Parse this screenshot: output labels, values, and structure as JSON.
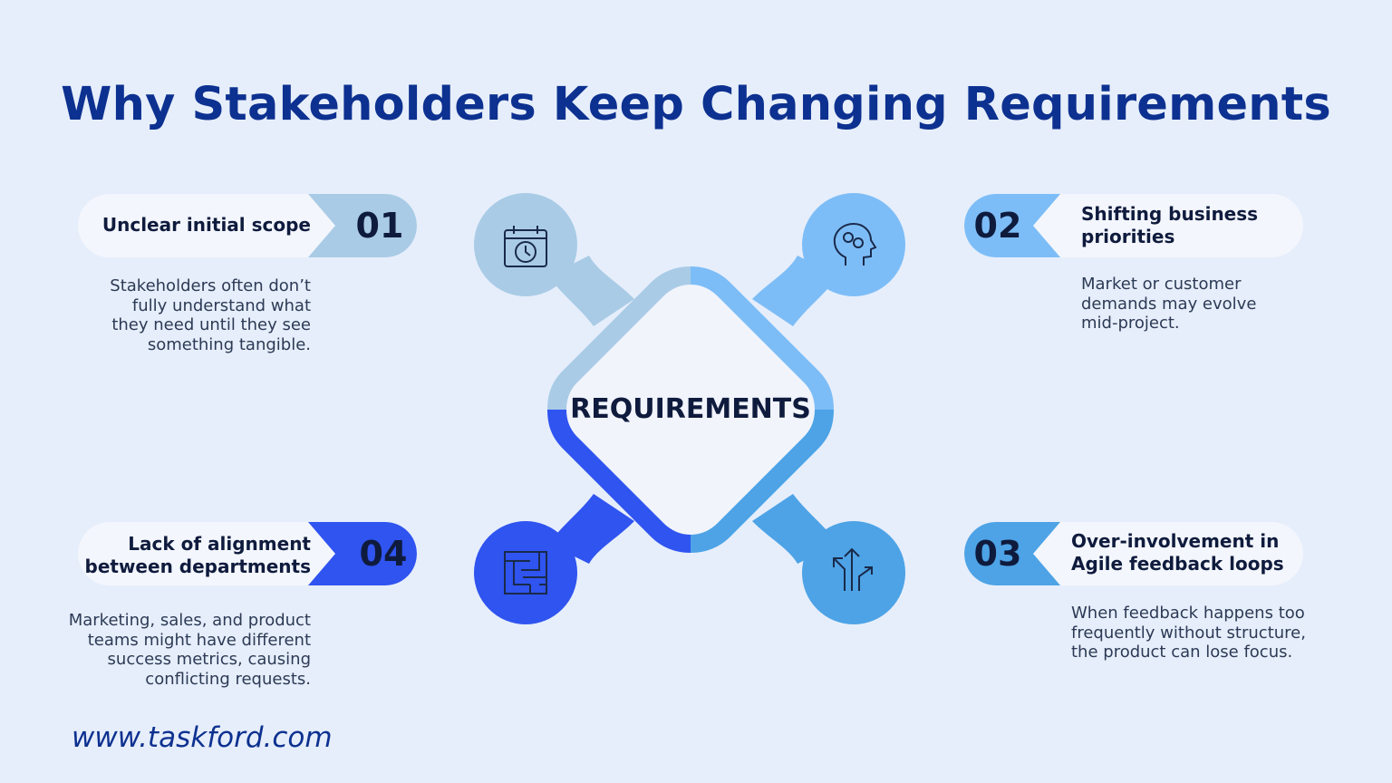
{
  "title": "Why Stakeholders Keep Changing Requirements",
  "center_label": "REQUIREMENTS",
  "items": [
    {
      "number": "01",
      "heading": "Unclear initial scope",
      "description": "Stakeholders often don’t fully understand what they need until they see something tangible.",
      "icon": "calendar-clock-icon",
      "color": "#a9cbe6"
    },
    {
      "number": "02",
      "heading": "Shifting business priorities",
      "description": "Market or customer demands may evolve mid-project.",
      "icon": "head-gears-icon",
      "color": "#7dbdf7"
    },
    {
      "number": "03",
      "heading": "Over-involvement in Agile feedback loops",
      "description": "When feedback happens too frequently without structure, the product can lose focus.",
      "icon": "diverging-arrows-icon",
      "color": "#4da3e6"
    },
    {
      "number": "04",
      "heading": "Lack of alignment between departments",
      "description": "Marketing, sales, and product teams might have different success metrics, causing conflicting requests.",
      "icon": "maze-icon",
      "color": "#2f54f0"
    }
  ],
  "footer": "www.taskford.com"
}
